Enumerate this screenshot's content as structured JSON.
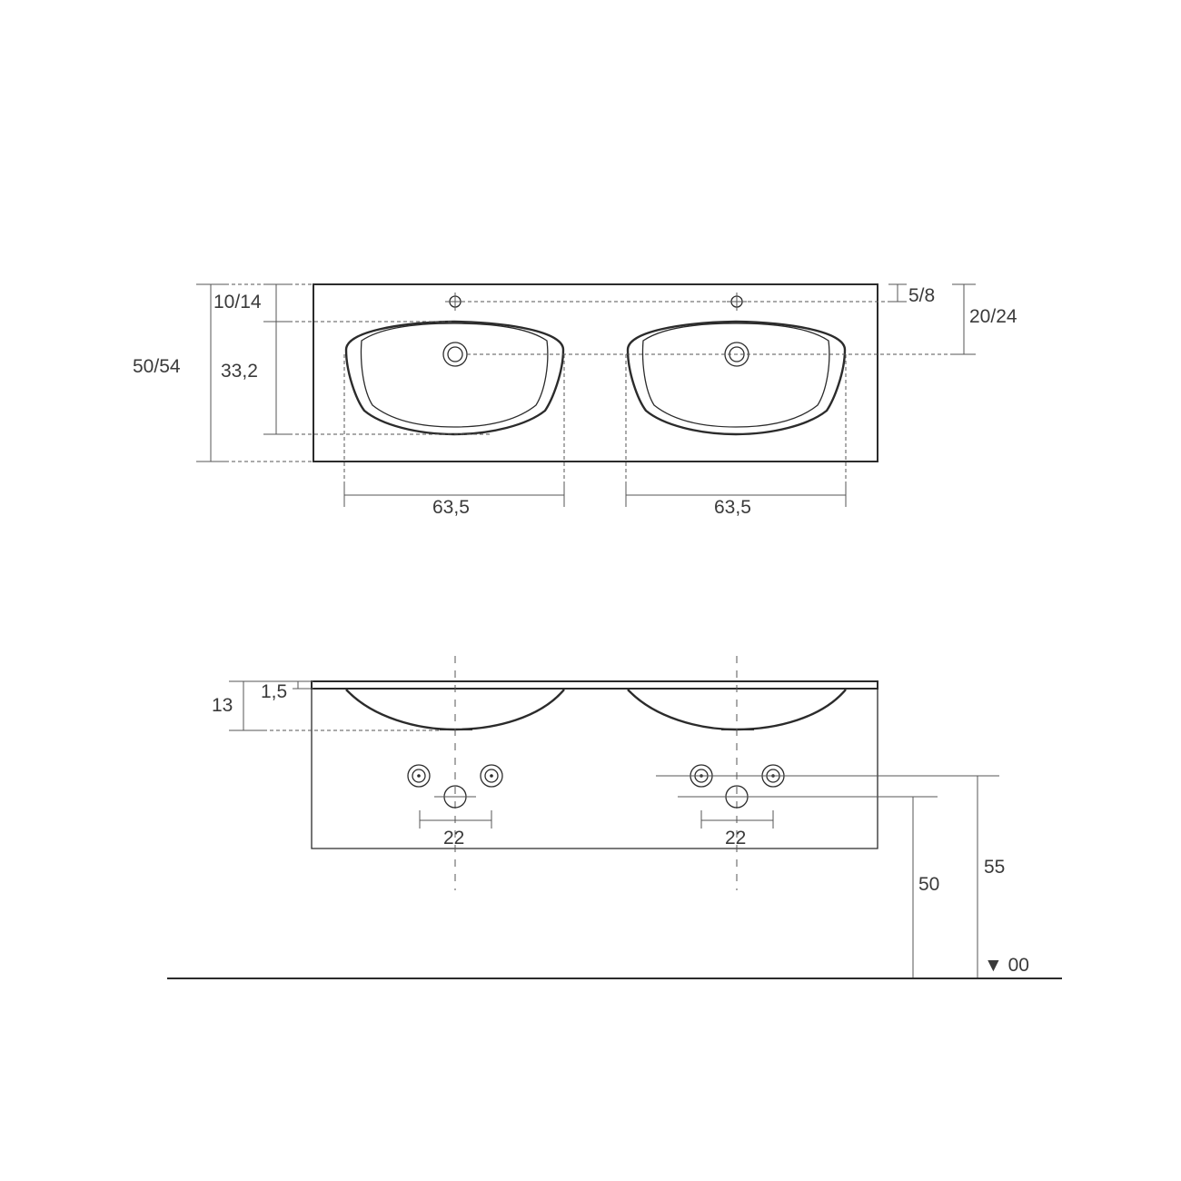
{
  "plan_view": {
    "depth_label": "50/54",
    "front_offset_label": "10/14",
    "bowl_depth_label": "33,2",
    "tap_hole_offset_label": "5/8",
    "drain_offset_label": "20/24",
    "bowl_width_left_label": "63,5",
    "bowl_width_right_label": "63,5"
  },
  "elevation_view": {
    "basin_height_label": "13",
    "top_thickness_label": "1,5",
    "valve_spacing_left_label": "22",
    "valve_spacing_right_label": "22",
    "waste_height_label": "50",
    "supply_height_label": "55",
    "floor_level_label": "▼ 00"
  }
}
